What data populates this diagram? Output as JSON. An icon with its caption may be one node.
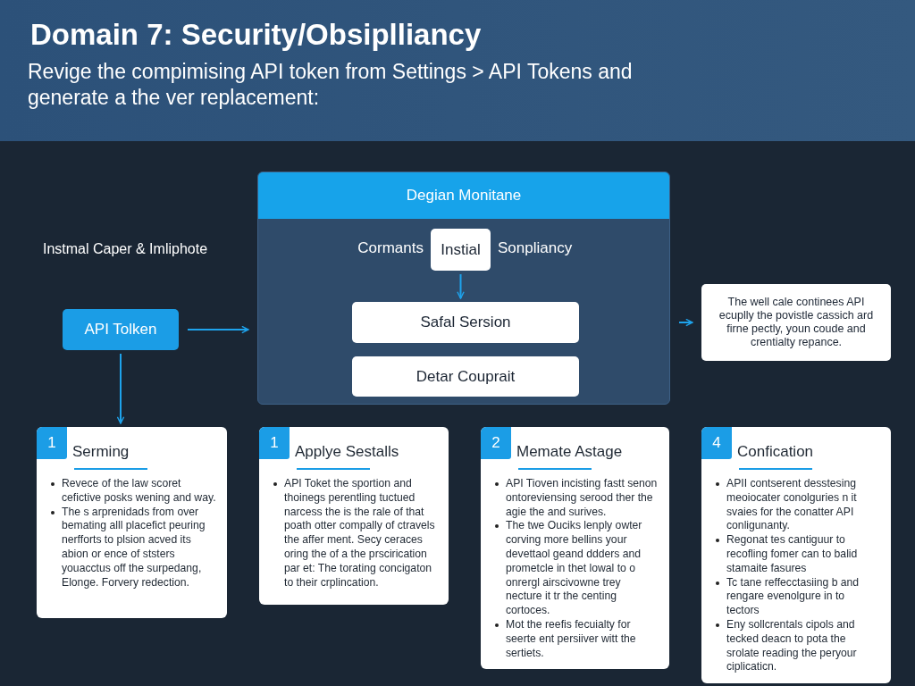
{
  "diagram": {
    "title": "Domain 7: Security/Obsiplliancy",
    "caption": "Revige the compimising API token from Settings > API Tokens and generate a the ver replacement:",
    "nodes": [
      {
        "text": [
          "API Tolken"
        ]
      },
      {
        "text": [
          "Degian Monitane"
        ]
      },
      {
        "text": [
          "Instial"
        ],
        "in": 1,
        "beside": [
          "Cormants",
          "Sonpliancy"
        ]
      },
      {
        "text": [
          "Safal Sersion"
        ],
        "in": 1
      },
      {
        "text": [
          "Detar Couprait"
        ],
        "in": 1
      },
      {
        "text": [
          "The well cale continees API ecuplly the povistle cassich ard firne pectly, youn coude and crentialty repance."
        ]
      },
      {
        "text": [
          "1",
          "Serming",
          "Revece of the law scoret cefictive posks wening and way.",
          "The s arprenidads from over bemating alll placefict peuring nerfforts to plsion acved its abion or ence of ststers youacctus off the surpedang, Elonge. Forvery redection."
        ]
      },
      {
        "text": [
          "1",
          "Applye Sestalls",
          "API Toket the sportion and thoinegs perentling tuctued narcess the is the rale of that poath otter compally of ctravels the affer ment. Secy ceraces oring the of a the prscirication par et: The torating concigaton to their crplincation."
        ]
      },
      {
        "text": [
          "2",
          "Memate Astage",
          "API Tioven incisting fastt senon ontoreviensing serood ther the agie the and surives.",
          "The twe Ouciks lenply owter corving more bellins your devettaol geand ddders and prometcle in thet lowal to o onrergl airscivowne trey necture it tr the centing cortoces.",
          "Mot the reefis fecuialty for seerte ent persiiver witt the sertiets."
        ]
      },
      {
        "text": [
          "4",
          "Confication",
          "APII contserent desstesing meoiocater conolguries n it svaies for the conatter API conligunanty.",
          "Regonat tes cantiguur to recofling fomer can to balid stamaite fasures",
          "Tc tane reffecctasiing b and rengare evenolgure in to tectors",
          "Eny sollcrentals cipols and tecked deacn to pota the srolate reading the peryour ciplicaticn."
        ]
      }
    ],
    "edges": [
      {
        "from": 0,
        "to": 1,
        "arrow": "to"
      },
      {
        "from": 2,
        "to": 3,
        "arrow": "to"
      },
      {
        "from": 1,
        "to": 5,
        "arrow": "to"
      },
      {
        "from": 0,
        "to": 6,
        "arrow": "to"
      }
    ],
    "labels": [
      "Instmal Caper & Imliphote"
    ]
  }
}
